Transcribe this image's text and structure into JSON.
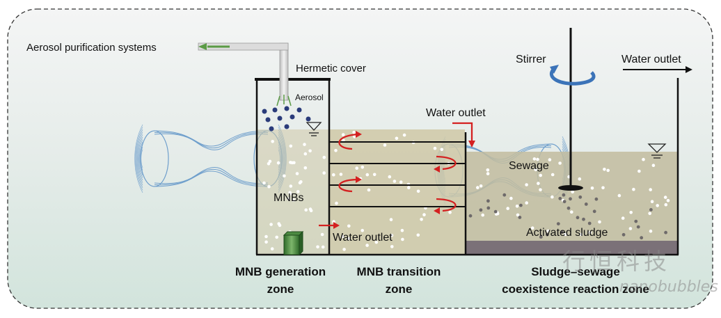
{
  "labels": {
    "aerosol_system": "Aerosol purification systems",
    "hermetic_cover": "Hermetic cover",
    "aerosol": "Aerosol",
    "stirrer": "Stirrer",
    "water_outlet_right": "Water outlet",
    "water_outlet_middle": "Water outlet",
    "water_outlet_bottom": "Water outlet",
    "sewage": "Sewage",
    "mnbs": "MNBs",
    "activated_sludge": "Activated sludge"
  },
  "zones": {
    "generation_line1": "MNB generation",
    "generation_line2": "zone",
    "transition_line1": "MNB transition",
    "transition_line2": "zone",
    "coexistence_line1": "Sludge–sewage",
    "coexistence_line2": "coexistence reaction zone"
  },
  "watermark": {
    "chinese": "行恒科技",
    "latin": "nanobubbles"
  },
  "colors": {
    "tank_stroke": "#111111",
    "water_fill": "#cfc8a7",
    "sludge_bottom": "#7b7178",
    "bubble_line": "#6f9fcc",
    "arrow_red": "#d42020",
    "pipe_green": "#5a9b45"
  }
}
